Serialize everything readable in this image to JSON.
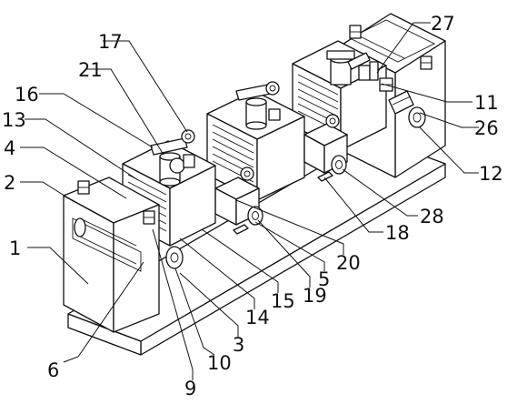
{
  "callouts": [
    {
      "id": "1",
      "label": "1"
    },
    {
      "id": "2",
      "label": "2"
    },
    {
      "id": "3",
      "label": "3"
    },
    {
      "id": "4",
      "label": "4"
    },
    {
      "id": "5",
      "label": "5"
    },
    {
      "id": "6",
      "label": "6"
    },
    {
      "id": "9",
      "label": "9"
    },
    {
      "id": "10",
      "label": "10"
    },
    {
      "id": "11",
      "label": "11"
    },
    {
      "id": "12",
      "label": "12"
    },
    {
      "id": "13",
      "label": "13"
    },
    {
      "id": "14",
      "label": "14"
    },
    {
      "id": "15",
      "label": "15"
    },
    {
      "id": "16",
      "label": "16"
    },
    {
      "id": "17",
      "label": "17"
    },
    {
      "id": "18",
      "label": "18"
    },
    {
      "id": "19",
      "label": "19"
    },
    {
      "id": "20",
      "label": "20"
    },
    {
      "id": "21",
      "label": "21"
    },
    {
      "id": "26",
      "label": "26"
    },
    {
      "id": "27",
      "label": "27"
    },
    {
      "id": "28",
      "label": "28"
    }
  ]
}
